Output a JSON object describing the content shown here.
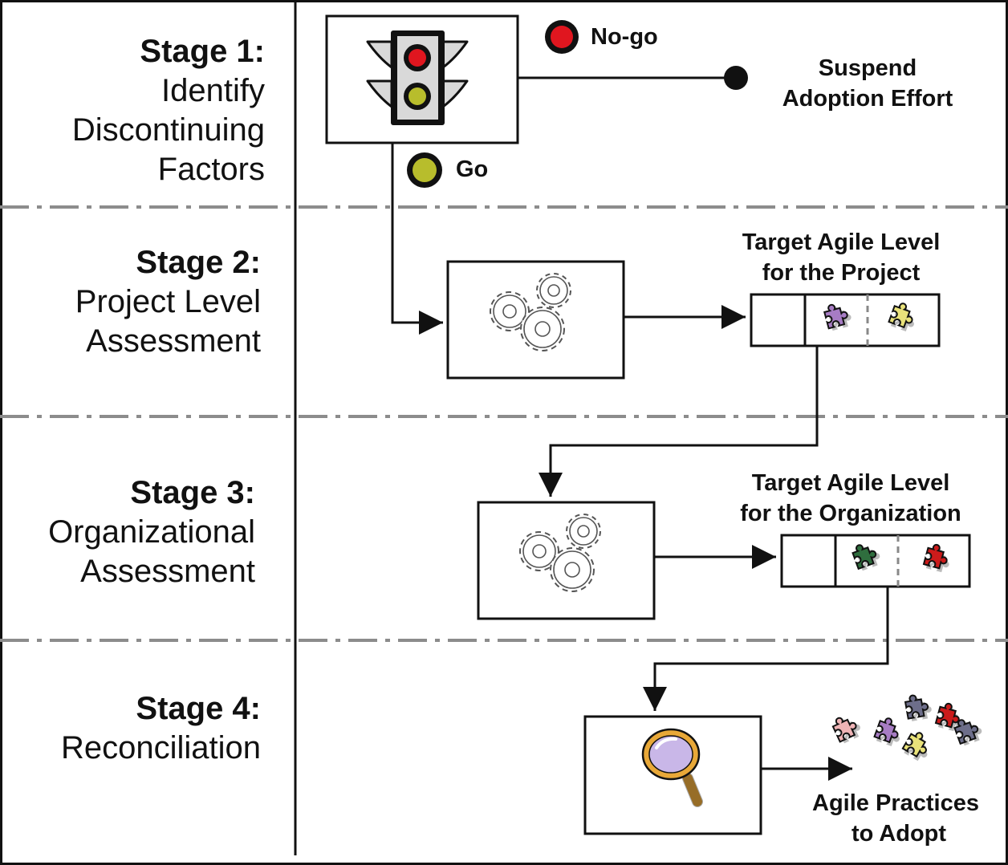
{
  "stages": [
    {
      "title": "Stage 1:",
      "lines": [
        "Identify",
        "Discontinuing",
        "Factors"
      ]
    },
    {
      "title": "Stage 2:",
      "lines": [
        "Project Level",
        "Assessment"
      ]
    },
    {
      "title": "Stage 3:",
      "lines": [
        "Organizational",
        "Assessment"
      ]
    },
    {
      "title": "Stage 4:",
      "lines": [
        "Reconciliation"
      ]
    }
  ],
  "decision": {
    "nogo_label": "No-go",
    "go_label": "Go",
    "suspend_label": [
      "Suspend",
      "Adoption Effort"
    ]
  },
  "project_target_label": [
    "Target Agile Level",
    "for the Project"
  ],
  "org_target_label": [
    "Target Agile Level",
    "for the Organization"
  ],
  "output_label": [
    "Agile Practices",
    "to Adopt"
  ],
  "colors": {
    "nogo": "#e0161f",
    "go": "#b8bd2c",
    "lane_divider": "#8c8c8c",
    "puzzle_purple": "#a77cc4",
    "puzzle_yellow": "#e9e27a",
    "puzzle_green": "#2f6e3e",
    "puzzle_red": "#cc1b1b",
    "puzzle_pink": "#efb4b6",
    "puzzle_slate": "#6d6e8a",
    "lens": "#c9b7e8",
    "handle": "#e0a033"
  }
}
